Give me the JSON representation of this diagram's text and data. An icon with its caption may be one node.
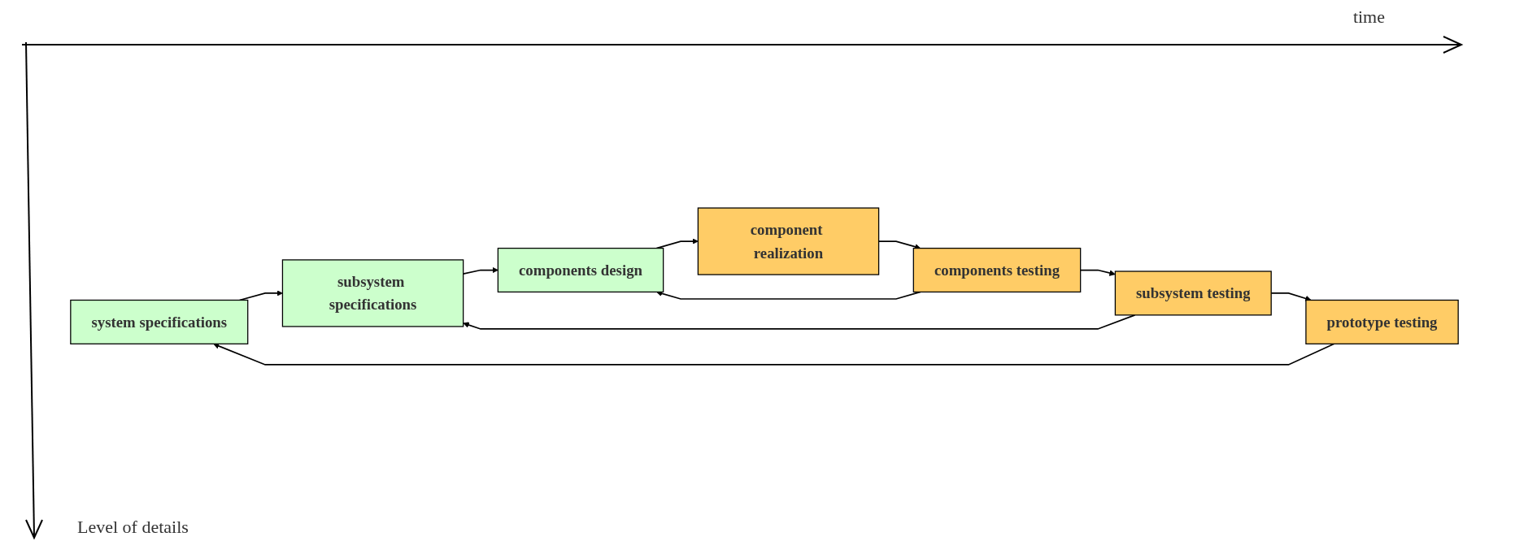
{
  "diagram": {
    "nodes": [
      {
        "text": [
          "system specifications"
        ]
      },
      {
        "text": [
          "subsystem specifications"
        ]
      },
      {
        "text": [
          "components design"
        ]
      },
      {
        "text": [
          "component realization"
        ]
      },
      {
        "text": [
          "components testing"
        ]
      },
      {
        "text": [
          "subsystem testing"
        ]
      },
      {
        "text": [
          "prototype testing"
        ]
      }
    ],
    "edges": [
      {
        "from": 0,
        "to": 1,
        "arrow": "to"
      },
      {
        "from": 1,
        "to": 2,
        "arrow": "to"
      },
      {
        "from": 2,
        "to": 3,
        "arrow": "to"
      },
      {
        "from": 3,
        "to": 4,
        "arrow": "to"
      },
      {
        "from": 4,
        "to": 5,
        "arrow": "to"
      },
      {
        "from": 5,
        "to": 6,
        "arrow": "to"
      },
      {
        "from": 6,
        "to": 0,
        "arrow": "to"
      },
      {
        "from": 5,
        "to": 1,
        "arrow": "to"
      },
      {
        "from": 4,
        "to": 2,
        "arrow": "to"
      }
    ],
    "labels": [
      "time",
      "Level of details"
    ]
  }
}
